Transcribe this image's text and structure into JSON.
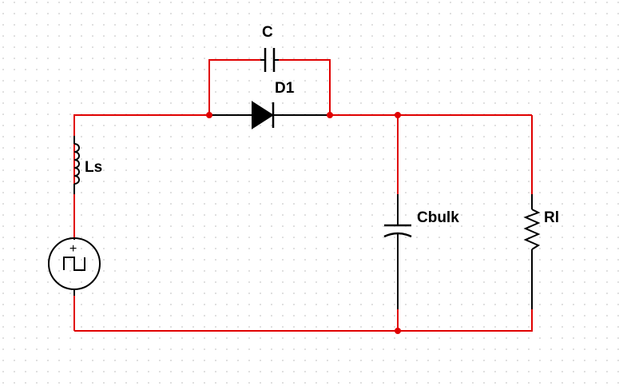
{
  "schematic": {
    "wire_color": "#e00000",
    "component_color": "#000000",
    "junction_color": "#e00000",
    "grid_dot_color": "#b8b8b8",
    "components": {
      "capacitor_c": {
        "label": "C"
      },
      "diode": {
        "label": "D1"
      },
      "inductor": {
        "label": "Ls"
      },
      "bulk_capacitor": {
        "label": "Cbulk"
      },
      "resistor": {
        "label": "Rl"
      },
      "source": {
        "polarity_mark": "+",
        "waveform": "square-wave-icon"
      }
    }
  }
}
